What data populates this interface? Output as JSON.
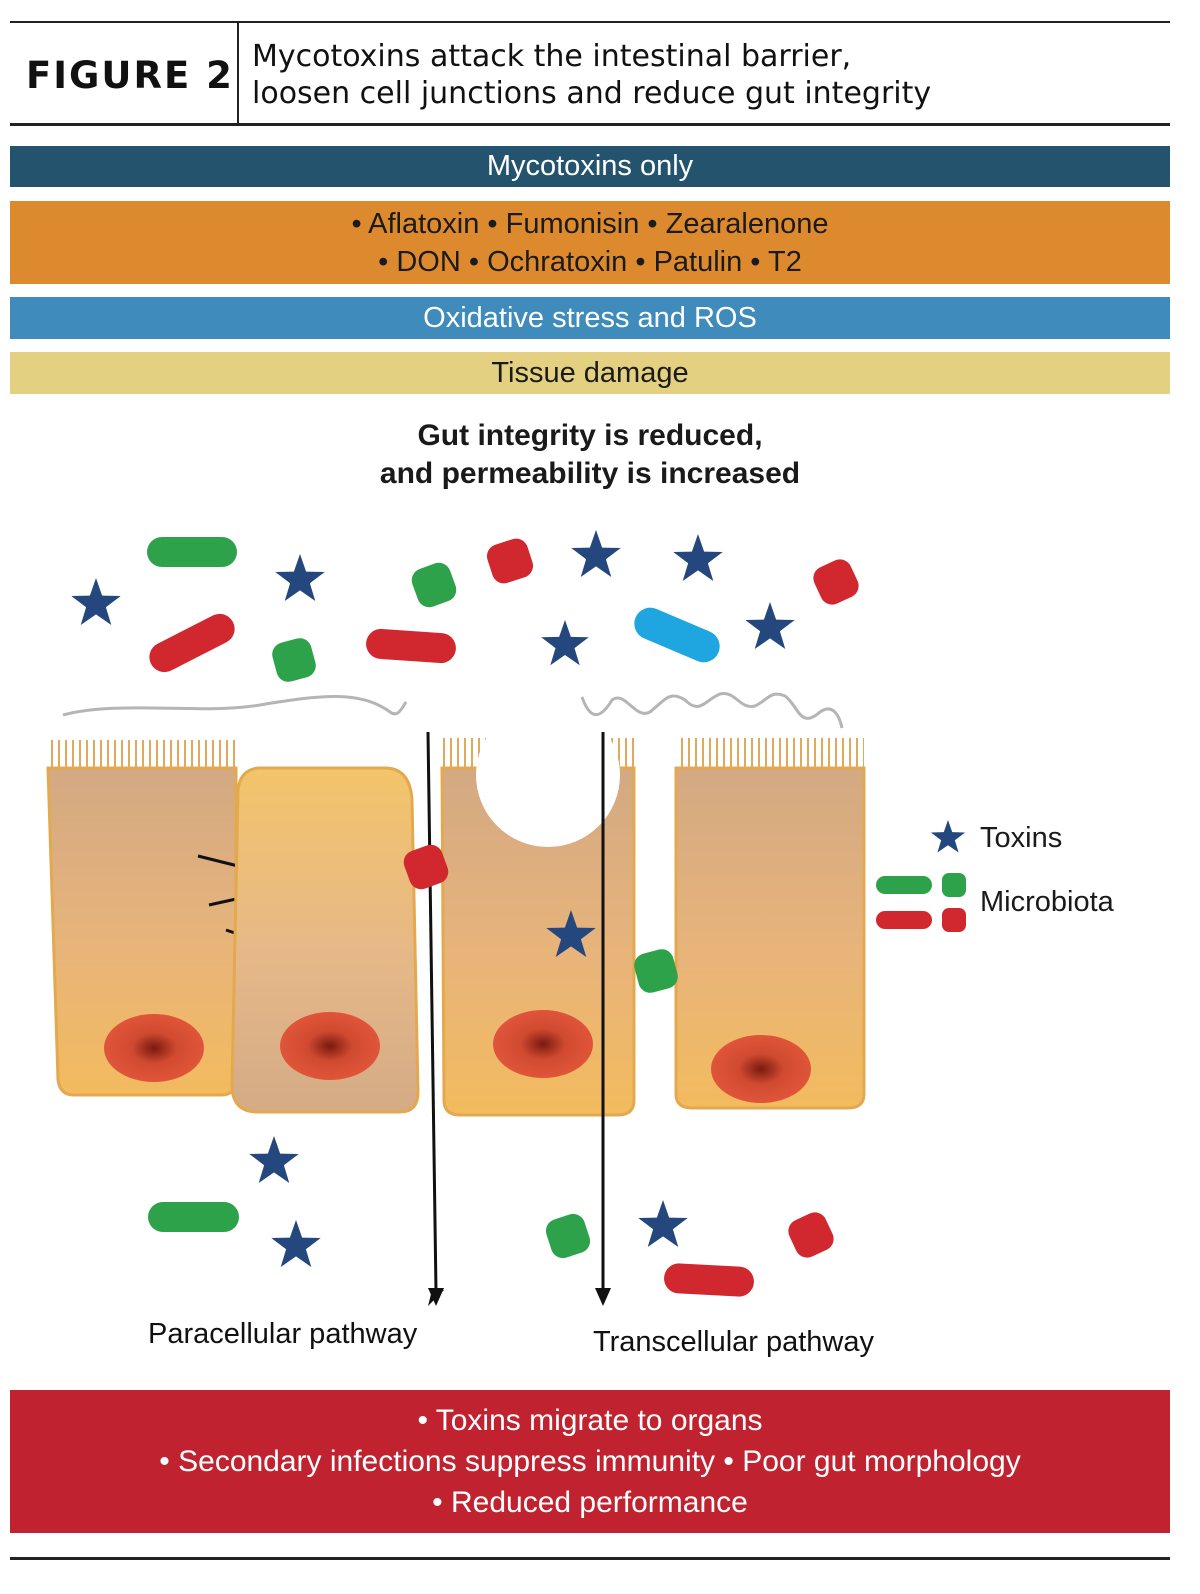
{
  "header": {
    "figure_label": "FIGURE 2",
    "title_line1": "Mycotoxins attack the intestinal barrier,",
    "title_line2": "loosen cell junctions and reduce gut integrity"
  },
  "bands": {
    "mycotoxins_only": "Mycotoxins only",
    "toxins_line1": "• Aflatoxin • Fumonisin • Zearalenone",
    "toxins_line2": "• DON • Ochratoxin • Patulin • T2",
    "oxidative": "Oxidative stress and ROS",
    "tissue": "Tissue damage"
  },
  "subheading": {
    "line1": "Gut integrity is reduced,",
    "line2": "and permeability is increased"
  },
  "legend": {
    "toxins": "Toxins",
    "microbiota": "Microbiota"
  },
  "pathways": {
    "paracellular": "Paracellular pathway",
    "transcellular": "Transcellular pathway"
  },
  "outcomes": {
    "line1": "• Toxins migrate to organs",
    "line2": "• Secondary infections suppress immunity • Poor gut morphology",
    "line3": "• Reduced performance"
  },
  "colors": {
    "dark_blue": "#24536e",
    "orange": "#dd8a2f",
    "mid_blue": "#3f8bbb",
    "sand": "#e3d081",
    "red_band": "#c0232f",
    "toxin_star": "#24477e",
    "microbe_green": "#2ea24a",
    "microbe_red": "#d0282e",
    "microbe_cyan": "#1fa6e0"
  }
}
